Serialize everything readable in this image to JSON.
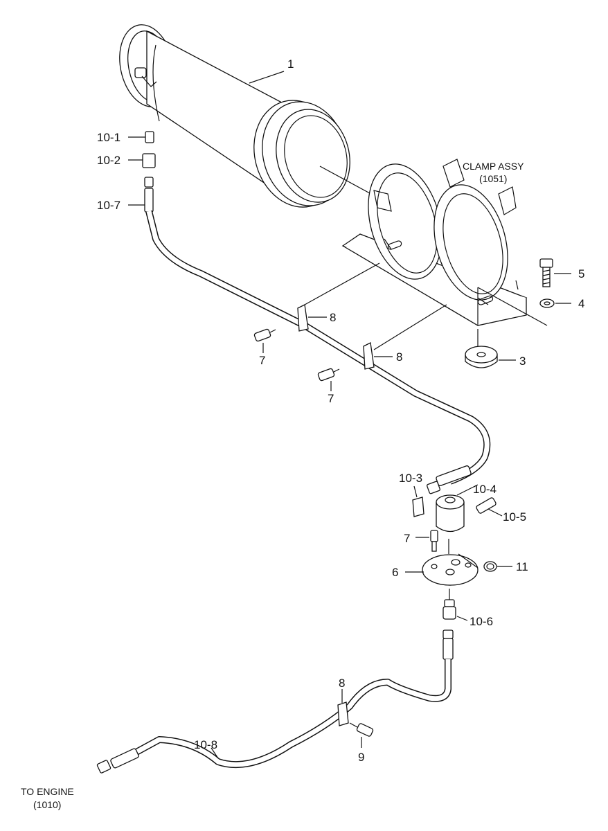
{
  "callouts": {
    "c1": "1",
    "c10_1": "10-1",
    "c10_2": "10-2",
    "c10_7": "10-7",
    "clamp_title": "CLAMP ASSY",
    "clamp_ref": "(1051)",
    "c5": "5",
    "c4": "4",
    "c3": "3",
    "c8a": "8",
    "c8b": "8",
    "c7a": "7",
    "c7b": "7",
    "c10_3": "10-3",
    "c10_4": "10-4",
    "c10_5": "10-5",
    "c7c": "7",
    "c6": "6",
    "c11": "11",
    "c10_6": "10-6",
    "c8c": "8",
    "c9": "9",
    "c10_8": "10-8",
    "engine_title": "TO ENGINE",
    "engine_ref": "(1010)"
  }
}
